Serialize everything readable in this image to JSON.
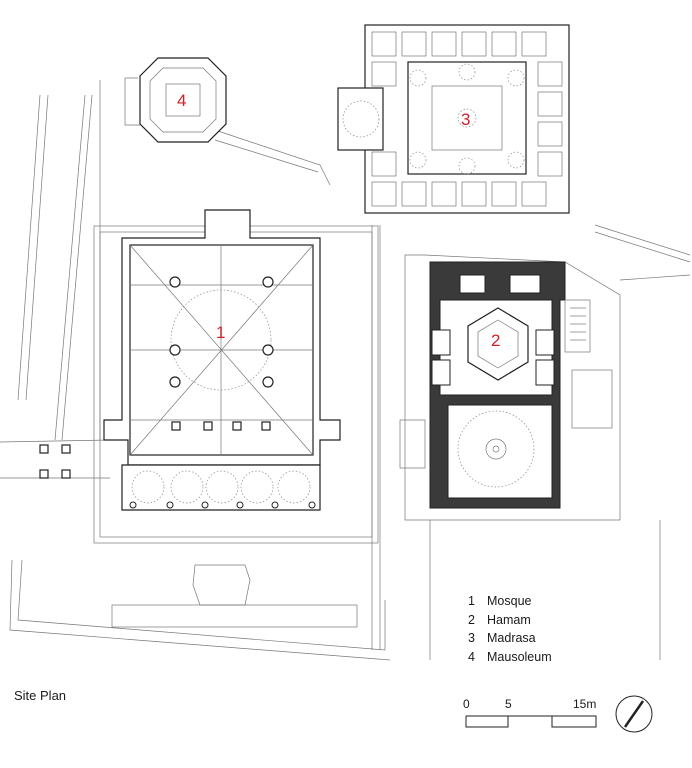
{
  "title": "Site Plan",
  "labels": {
    "mosque": "1",
    "hamam": "2",
    "madrasa": "3",
    "mausoleum": "4"
  },
  "legend": [
    {
      "num": "1",
      "name": "Mosque"
    },
    {
      "num": "2",
      "name": "Hamam"
    },
    {
      "num": "3",
      "name": "Madrasa"
    },
    {
      "num": "4",
      "name": "Mausoleum"
    }
  ],
  "scale": {
    "tick0": "0",
    "tick1": "5",
    "tick2": "15m"
  },
  "colors": {
    "label": "#d0202a",
    "line": "#222222",
    "hamam_fill": "#3a3a3a"
  },
  "icons": {
    "north": "north-arrow-icon"
  }
}
